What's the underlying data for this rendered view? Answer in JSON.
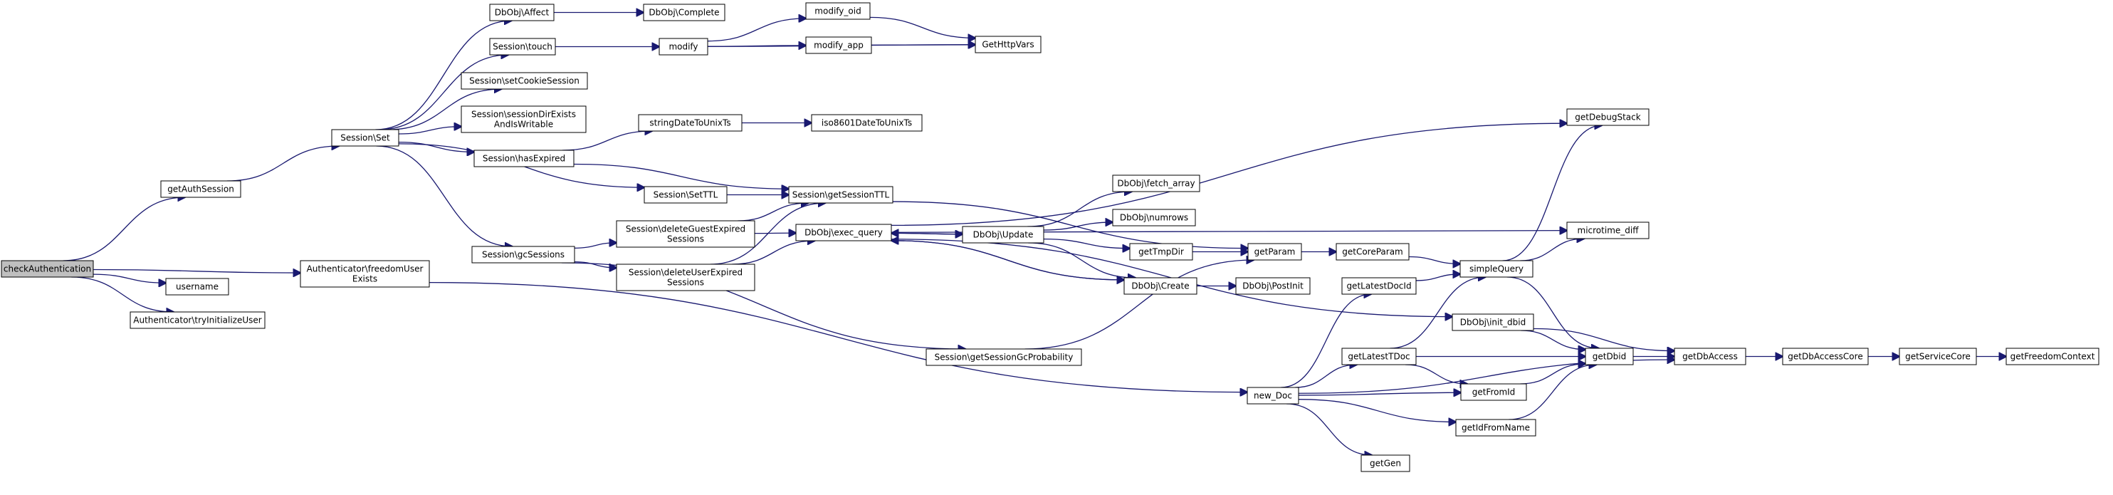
{
  "diagram": {
    "type": "call-graph",
    "nodes": [
      {
        "id": "checkAuthentication",
        "lines": [
          "checkAuthentication"
        ],
        "root": true
      },
      {
        "id": "getAuthSession",
        "lines": [
          "getAuthSession"
        ]
      },
      {
        "id": "username",
        "lines": [
          "username"
        ]
      },
      {
        "id": "tryInitializeUser",
        "lines": [
          "Authenticator\\tryInitializeUser"
        ]
      },
      {
        "id": "freedomUserExists",
        "lines": [
          "Authenticator\\freedomUser",
          "Exists"
        ]
      },
      {
        "id": "SessionSet",
        "lines": [
          "Session\\Set"
        ]
      },
      {
        "id": "DbObjAffect",
        "lines": [
          "DbObj\\Affect"
        ]
      },
      {
        "id": "DbObjComplete",
        "lines": [
          "DbObj\\Complete"
        ]
      },
      {
        "id": "SessionTouch",
        "lines": [
          "Session\\touch"
        ]
      },
      {
        "id": "modify",
        "lines": [
          "modify"
        ]
      },
      {
        "id": "modify_oid",
        "lines": [
          "modify_oid"
        ]
      },
      {
        "id": "modify_app",
        "lines": [
          "modify_app"
        ]
      },
      {
        "id": "GetHttpVars",
        "lines": [
          "GetHttpVars"
        ]
      },
      {
        "id": "setCookieSession",
        "lines": [
          "Session\\setCookieSession"
        ]
      },
      {
        "id": "sessionDirExists",
        "lines": [
          "Session\\sessionDirExists",
          "AndIsWritable"
        ]
      },
      {
        "id": "hasExpired",
        "lines": [
          "Session\\hasExpired"
        ]
      },
      {
        "id": "stringDateToUnixTs",
        "lines": [
          "stringDateToUnixTs"
        ]
      },
      {
        "id": "iso8601DateToUnixTs",
        "lines": [
          "iso8601DateToUnixTs"
        ]
      },
      {
        "id": "SetTTL",
        "lines": [
          "Session\\SetTTL"
        ]
      },
      {
        "id": "getSessionTTL",
        "lines": [
          "Session\\getSessionTTL"
        ]
      },
      {
        "id": "gcSessions",
        "lines": [
          "Session\\gcSessions"
        ]
      },
      {
        "id": "deleteGuest",
        "lines": [
          "Session\\deleteGuestExpired",
          "Sessions"
        ]
      },
      {
        "id": "deleteUser",
        "lines": [
          "Session\\deleteUserExpired",
          "Sessions"
        ]
      },
      {
        "id": "getSessionGcProbability",
        "lines": [
          "Session\\getSessionGcProbability"
        ]
      },
      {
        "id": "exec_query",
        "lines": [
          "DbObj\\exec_query"
        ]
      },
      {
        "id": "DbObjUpdate",
        "lines": [
          "DbObj\\Update"
        ]
      },
      {
        "id": "fetch_array",
        "lines": [
          "DbObj\\fetch_array"
        ]
      },
      {
        "id": "numrows",
        "lines": [
          "DbObj\\numrows"
        ]
      },
      {
        "id": "getTmpDir",
        "lines": [
          "getTmpDir"
        ]
      },
      {
        "id": "DbObjCreate",
        "lines": [
          "DbObj\\Create"
        ]
      },
      {
        "id": "PostInit",
        "lines": [
          "DbObj\\PostInit"
        ]
      },
      {
        "id": "getParam",
        "lines": [
          "getParam"
        ]
      },
      {
        "id": "getCoreParam",
        "lines": [
          "getCoreParam"
        ]
      },
      {
        "id": "getDebugStack",
        "lines": [
          "getDebugStack"
        ]
      },
      {
        "id": "microtime_diff",
        "lines": [
          "microtime_diff"
        ]
      },
      {
        "id": "simpleQuery",
        "lines": [
          "simpleQuery"
        ]
      },
      {
        "id": "getLatestDocId",
        "lines": [
          "getLatestDocId"
        ]
      },
      {
        "id": "init_dbid",
        "lines": [
          "DbObj\\init_dbid"
        ]
      },
      {
        "id": "getLatestTDoc",
        "lines": [
          "getLatestTDoc"
        ]
      },
      {
        "id": "getDbid",
        "lines": [
          "getDbid"
        ]
      },
      {
        "id": "getDbAccess",
        "lines": [
          "getDbAccess"
        ]
      },
      {
        "id": "getDbAccessCore",
        "lines": [
          "getDbAccessCore"
        ]
      },
      {
        "id": "getServiceCore",
        "lines": [
          "getServiceCore"
        ]
      },
      {
        "id": "getFreedomContext",
        "lines": [
          "getFreedomContext"
        ]
      },
      {
        "id": "getFromId",
        "lines": [
          "getFromId"
        ]
      },
      {
        "id": "getIdFromName",
        "lines": [
          "getIdFromName"
        ]
      },
      {
        "id": "new_Doc",
        "lines": [
          "new_Doc"
        ]
      },
      {
        "id": "getGen",
        "lines": [
          "getGen"
        ]
      }
    ],
    "edges": [
      [
        "checkAuthentication",
        "getAuthSession"
      ],
      [
        "checkAuthentication",
        "username"
      ],
      [
        "checkAuthentication",
        "tryInitializeUser"
      ],
      [
        "checkAuthentication",
        "freedomUserExists"
      ],
      [
        "getAuthSession",
        "SessionSet"
      ],
      [
        "SessionSet",
        "DbObjAffect"
      ],
      [
        "SessionSet",
        "SessionTouch"
      ],
      [
        "SessionSet",
        "setCookieSession"
      ],
      [
        "SessionSet",
        "sessionDirExists"
      ],
      [
        "SessionSet",
        "hasExpired"
      ],
      [
        "SessionSet",
        "SetTTL"
      ],
      [
        "SessionSet",
        "gcSessions"
      ],
      [
        "DbObjAffect",
        "DbObjComplete"
      ],
      [
        "SessionTouch",
        "modify"
      ],
      [
        "modify",
        "modify_oid"
      ],
      [
        "modify",
        "modify_app"
      ],
      [
        "modify",
        "GetHttpVars"
      ],
      [
        "modify_oid",
        "GetHttpVars"
      ],
      [
        "modify_app",
        "GetHttpVars"
      ],
      [
        "hasExpired",
        "stringDateToUnixTs"
      ],
      [
        "hasExpired",
        "getSessionTTL"
      ],
      [
        "stringDateToUnixTs",
        "iso8601DateToUnixTs"
      ],
      [
        "SetTTL",
        "getSessionTTL"
      ],
      [
        "getSessionTTL",
        "getParam"
      ],
      [
        "gcSessions",
        "deleteGuest"
      ],
      [
        "gcSessions",
        "deleteUser"
      ],
      [
        "gcSessions",
        "getSessionGcProbability"
      ],
      [
        "deleteGuest",
        "getSessionTTL"
      ],
      [
        "deleteGuest",
        "exec_query"
      ],
      [
        "deleteUser",
        "getSessionTTL"
      ],
      [
        "deleteUser",
        "exec_query"
      ],
      [
        "exec_query",
        "getDebugStack"
      ],
      [
        "exec_query",
        "microtime_diff"
      ],
      [
        "exec_query",
        "DbObjUpdate"
      ],
      [
        "exec_query",
        "DbObjCreate"
      ],
      [
        "exec_query",
        "init_dbid"
      ],
      [
        "DbObjUpdate",
        "exec_query"
      ],
      [
        "DbObjUpdate",
        "fetch_array"
      ],
      [
        "DbObjUpdate",
        "numrows"
      ],
      [
        "DbObjUpdate",
        "getTmpDir"
      ],
      [
        "DbObjUpdate",
        "DbObjCreate"
      ],
      [
        "DbObjCreate",
        "exec_query"
      ],
      [
        "DbObjCreate",
        "PostInit"
      ],
      [
        "getTmpDir",
        "getParam"
      ],
      [
        "getSessionGcProbability",
        "getParam"
      ],
      [
        "getParam",
        "getCoreParam"
      ],
      [
        "getCoreParam",
        "simpleQuery"
      ],
      [
        "simpleQuery",
        "getDebugStack"
      ],
      [
        "simpleQuery",
        "microtime_diff"
      ],
      [
        "simpleQuery",
        "getDbid"
      ],
      [
        "init_dbid",
        "getDbid"
      ],
      [
        "init_dbid",
        "getDbAccess"
      ],
      [
        "getDbid",
        "getDbAccess"
      ],
      [
        "getDbAccess",
        "getDbAccessCore"
      ],
      [
        "getDbAccessCore",
        "getServiceCore"
      ],
      [
        "getServiceCore",
        "getFreedomContext"
      ],
      [
        "freedomUserExists",
        "new_Doc"
      ],
      [
        "new_Doc",
        "getLatestDocId"
      ],
      [
        "new_Doc",
        "getLatestTDoc"
      ],
      [
        "new_Doc",
        "getFromId"
      ],
      [
        "new_Doc",
        "getIdFromName"
      ],
      [
        "new_Doc",
        "getGen"
      ],
      [
        "new_Doc",
        "getDbAccess"
      ],
      [
        "getLatestDocId",
        "simpleQuery"
      ],
      [
        "getLatestTDoc",
        "simpleQuery"
      ],
      [
        "getLatestTDoc",
        "getDbid"
      ],
      [
        "getLatestTDoc",
        "getFromId"
      ],
      [
        "getFromId",
        "getDbid"
      ],
      [
        "getIdFromName",
        "getDbid"
      ]
    ]
  }
}
